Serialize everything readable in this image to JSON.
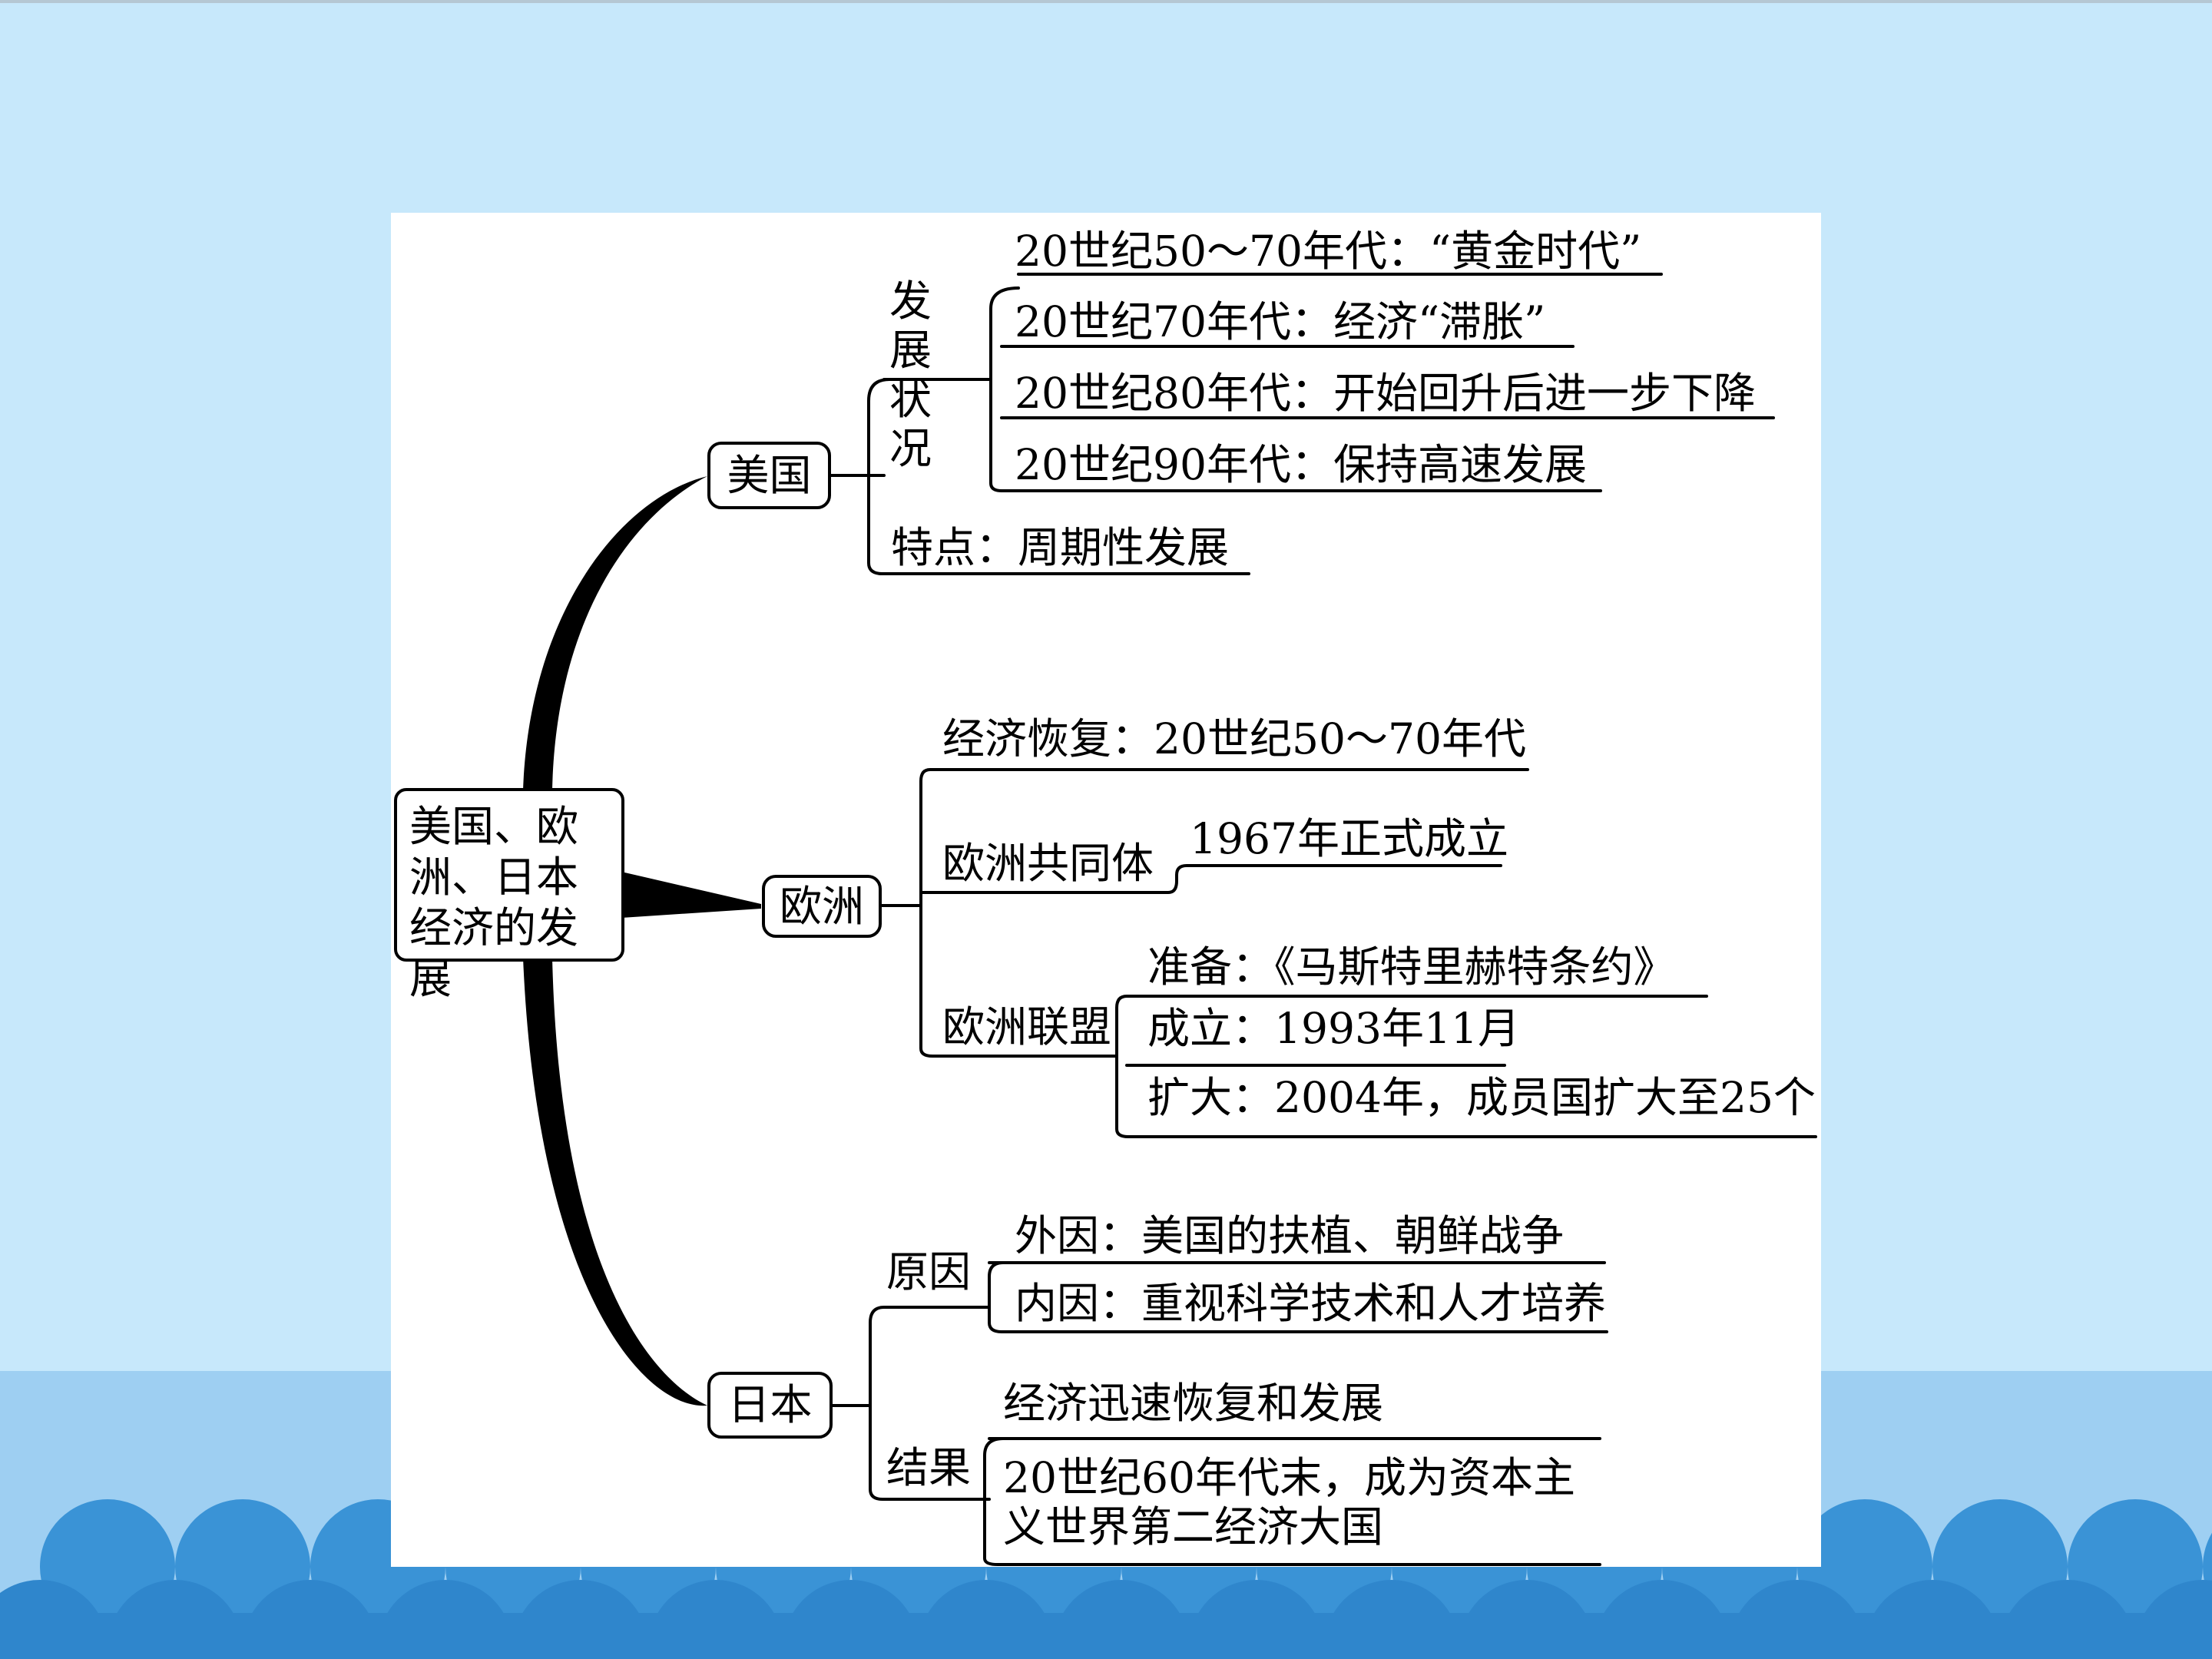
{
  "root": {
    "label": "美国、欧洲、日本经济的发展"
  },
  "usa": {
    "label": "美国",
    "status_label": "发展状况",
    "items": [
      "20世纪50～70年代：“黄金时代”",
      "20世纪70年代：经济“滞胀”",
      "20世纪80年代：开始回升后进一步下降",
      "20世纪90年代：保持高速发展"
    ],
    "feature": "特点：周期性发展"
  },
  "europe": {
    "label": "欧洲",
    "recovery": "经济恢复：20世纪50～70年代",
    "community_label": "欧洲共同体",
    "community_detail": "1967年正式成立",
    "union_label": "欧洲联盟",
    "union_items": [
      "准备：《马斯特里赫特条约》",
      "成立：1993年11月",
      "扩大：2004年，成员国扩大至25个"
    ]
  },
  "japan": {
    "label": "日本",
    "cause_label": "原因",
    "causes": [
      "外因：美国的扶植、朝鲜战争",
      "内因：重视科学技术和人才培养"
    ],
    "result_label": "结果",
    "results": [
      "经济迅速恢复和发展",
      "20世纪60年代末，成为资本主义世界第二经济大国"
    ]
  },
  "colors": {
    "sky": "#c7e8fb",
    "sea": "#9ecff2",
    "wave_back": "#3a93d6",
    "wave_front": "#2f86cc"
  }
}
